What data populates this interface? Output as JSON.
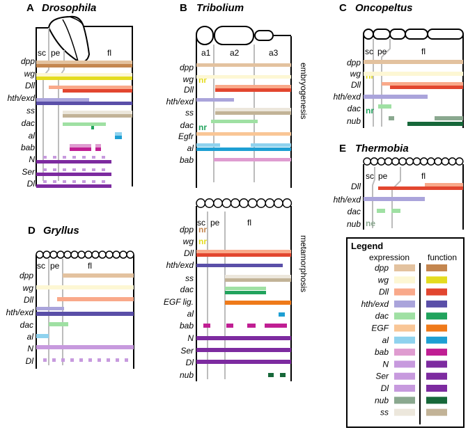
{
  "colors": {
    "dpp": {
      "expr": "#e3c29f",
      "func": "#c4864f"
    },
    "wg": {
      "expr": "#fdf7d4",
      "func": "#e4dc1f"
    },
    "Dll": {
      "expr": "#f9a98a",
      "func": "#e2462f"
    },
    "hth": {
      "expr": "#aaa4db",
      "func": "#5a4fa8"
    },
    "dac": {
      "expr": "#9fe0a3",
      "func": "#21a35d"
    },
    "EGF": {
      "expr": "#f9c696",
      "func": "#ef7a1a"
    },
    "al": {
      "expr": "#8fd2ee",
      "func": "#1e9fd3"
    },
    "bab": {
      "expr": "#df9cd0",
      "func": "#c01e93"
    },
    "N": {
      "expr": "#c79ade",
      "func": "#7d2ba0"
    },
    "Ser": {
      "expr": "#c79ade",
      "func": "#7d2ba0"
    },
    "Dl": {
      "expr": "#c79ade",
      "func": "#7d2ba0"
    },
    "nub": {
      "expr": "#8aa88f",
      "func": "#17683a"
    },
    "ss": {
      "expr": "#ece7dc",
      "func": "#c2b397"
    }
  },
  "panelA": {
    "letter": "A",
    "title": "Drosophila",
    "segments": {
      "sc": "sc",
      "pe": "pe",
      "fl": "fl"
    },
    "genes": [
      "dpp",
      "wg",
      "Dll",
      "hth/exd",
      "ss",
      "dac",
      "al",
      "bab",
      "N",
      "Ser",
      "Dl"
    ]
  },
  "panelB": {
    "letter": "B",
    "title": "Tribolium",
    "embryo": {
      "segments": {
        "a1": "a1",
        "a2": "a2",
        "a3": "a3"
      },
      "genes": [
        "dpp",
        "wg",
        "Dll",
        "hth/exd",
        "ss",
        "dac",
        "Egfr",
        "al",
        "bab"
      ],
      "nr_wg": "nr",
      "nr_dac": "nr",
      "stage": "embryogenesis"
    },
    "meta": {
      "segments": {
        "sc": "sc",
        "pe": "pe",
        "fl": "fl"
      },
      "genes": [
        "dpp",
        "wg",
        "Dll",
        "hth/exd",
        "ss",
        "dac",
        "EGF lig.",
        "al",
        "bab",
        "N",
        "Ser",
        "Dl",
        "nub"
      ],
      "nr_dpp": "nr",
      "nr_wg": "nr",
      "stage": "metamorphosis"
    }
  },
  "panelC": {
    "letter": "C",
    "title": "Oncopeltus",
    "segments": {
      "sc": "sc",
      "pe": "pe",
      "fl": "fl"
    },
    "genes": [
      "dpp",
      "wg",
      "Dll",
      "hth/exd",
      "dac",
      "nub"
    ],
    "nr_wg": "nr",
    "nr_dac": "nr"
  },
  "panelD": {
    "letter": "D",
    "title": "Gryllus",
    "segments": {
      "sc": "sc",
      "pe": "pe",
      "fl": "fl"
    },
    "genes": [
      "dpp",
      "wg",
      "Dll",
      "hth/exd",
      "dac",
      "al",
      "N",
      "Dl"
    ]
  },
  "panelE": {
    "letter": "E",
    "title": "Thermobia",
    "segments": {
      "sc": "sc",
      "pe": "pe",
      "fl": "fl"
    },
    "genes": [
      "Dll",
      "hth/exd",
      "dac",
      "nub"
    ],
    "ne_nub": "ne"
  },
  "legend": {
    "title": "Legend",
    "col_expression": "expression",
    "col_function": "function",
    "rows": [
      {
        "gene": "dpp",
        "key": "dpp"
      },
      {
        "gene": "wg",
        "key": "wg"
      },
      {
        "gene": "Dll",
        "key": "Dll"
      },
      {
        "gene": "hth/exd",
        "key": "hth"
      },
      {
        "gene": "dac",
        "key": "dac"
      },
      {
        "gene": "EGF",
        "key": "EGF"
      },
      {
        "gene": "al",
        "key": "al"
      },
      {
        "gene": "bab",
        "key": "bab"
      },
      {
        "gene": "N",
        "key": "N"
      },
      {
        "gene": "Ser",
        "key": "Ser"
      },
      {
        "gene": "Dl",
        "key": "Dl"
      },
      {
        "gene": "nub",
        "key": "nub"
      },
      {
        "gene": "ss",
        "key": "ss"
      }
    ]
  }
}
